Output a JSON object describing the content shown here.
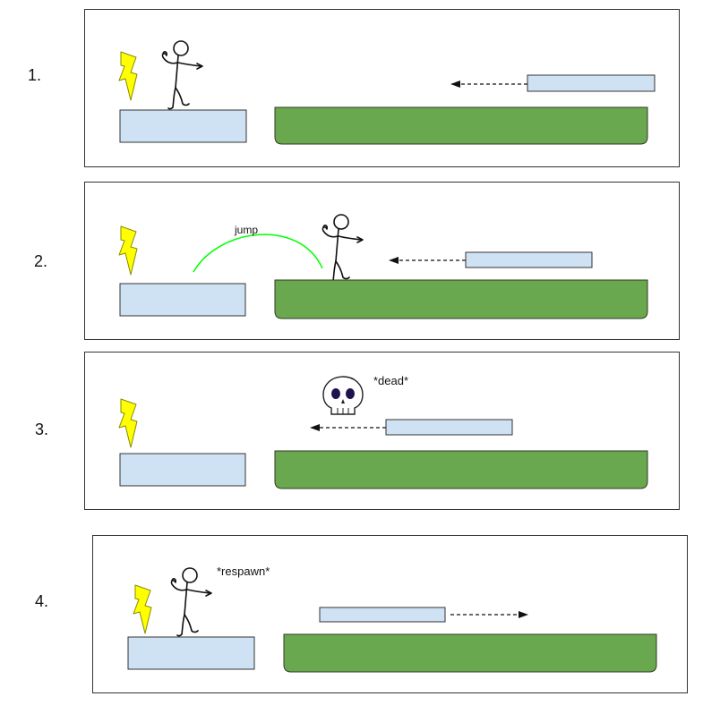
{
  "steps": [
    {
      "number": "1."
    },
    {
      "number": "2.",
      "label": "jump"
    },
    {
      "number": "3.",
      "label": "*dead*"
    },
    {
      "number": "4.",
      "label": "*respawn*"
    }
  ],
  "colors": {
    "ground": "#6aa84f",
    "ground_stroke": "#2f3a22",
    "platform": "#cfe2f3",
    "platform_stroke": "#333333",
    "lightning": "#ffff00",
    "lightning_stroke": "#8a8a00",
    "jump_arc": "#00ff00",
    "skull": "#ffffff",
    "skull_eyes": "#20124d"
  },
  "icons": [
    "lightning-icon",
    "stick-figure-icon",
    "skull-icon",
    "arrow-left-icon",
    "arrow-right-icon"
  ]
}
